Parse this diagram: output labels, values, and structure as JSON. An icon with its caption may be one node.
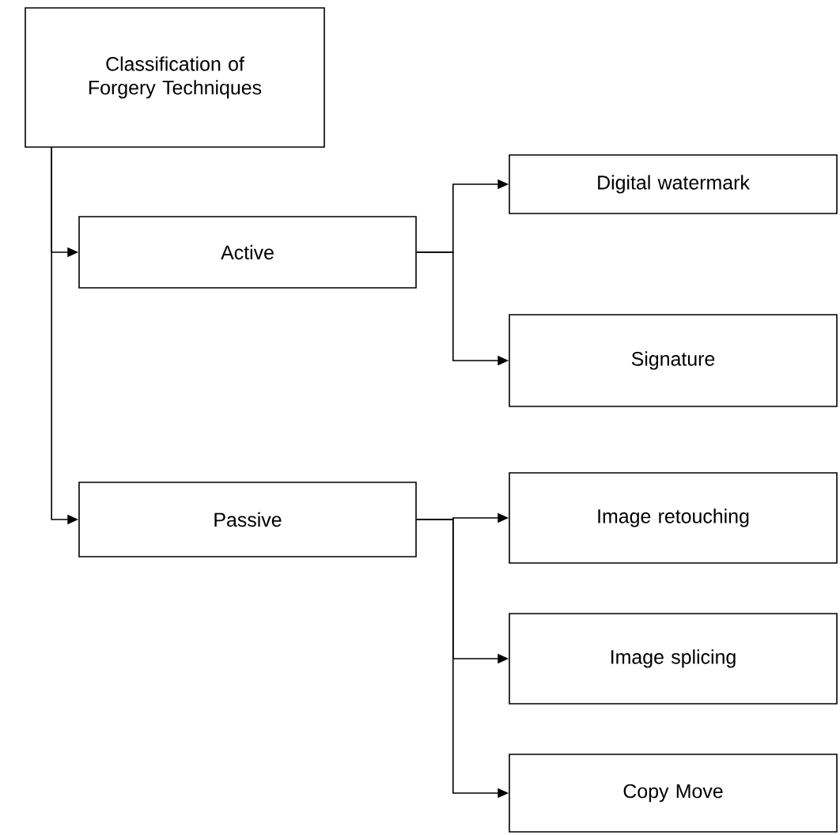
{
  "diagram": {
    "nodes": [
      {
        "text": [
          "Classification of Forgery Techniques"
        ]
      },
      {
        "text": [
          "Active"
        ]
      },
      {
        "text": [
          "Digital watermark"
        ]
      },
      {
        "text": [
          "Signature"
        ]
      },
      {
        "text": [
          "Passive"
        ]
      },
      {
        "text": [
          "Image retouching"
        ]
      },
      {
        "text": [
          "Image splicing"
        ]
      },
      {
        "text": [
          "Copy Move"
        ]
      }
    ],
    "edges": [
      {
        "from": 0,
        "to": 1,
        "arrow": "to"
      },
      {
        "from": 0,
        "to": 4,
        "arrow": "to"
      },
      {
        "from": 1,
        "to": 2,
        "arrow": "to"
      },
      {
        "from": 1,
        "to": 3,
        "arrow": "to"
      },
      {
        "from": 4,
        "to": 5,
        "arrow": "to"
      },
      {
        "from": 4,
        "to": 6,
        "arrow": "to"
      },
      {
        "from": 4,
        "to": 7,
        "arrow": "to"
      }
    ]
  }
}
